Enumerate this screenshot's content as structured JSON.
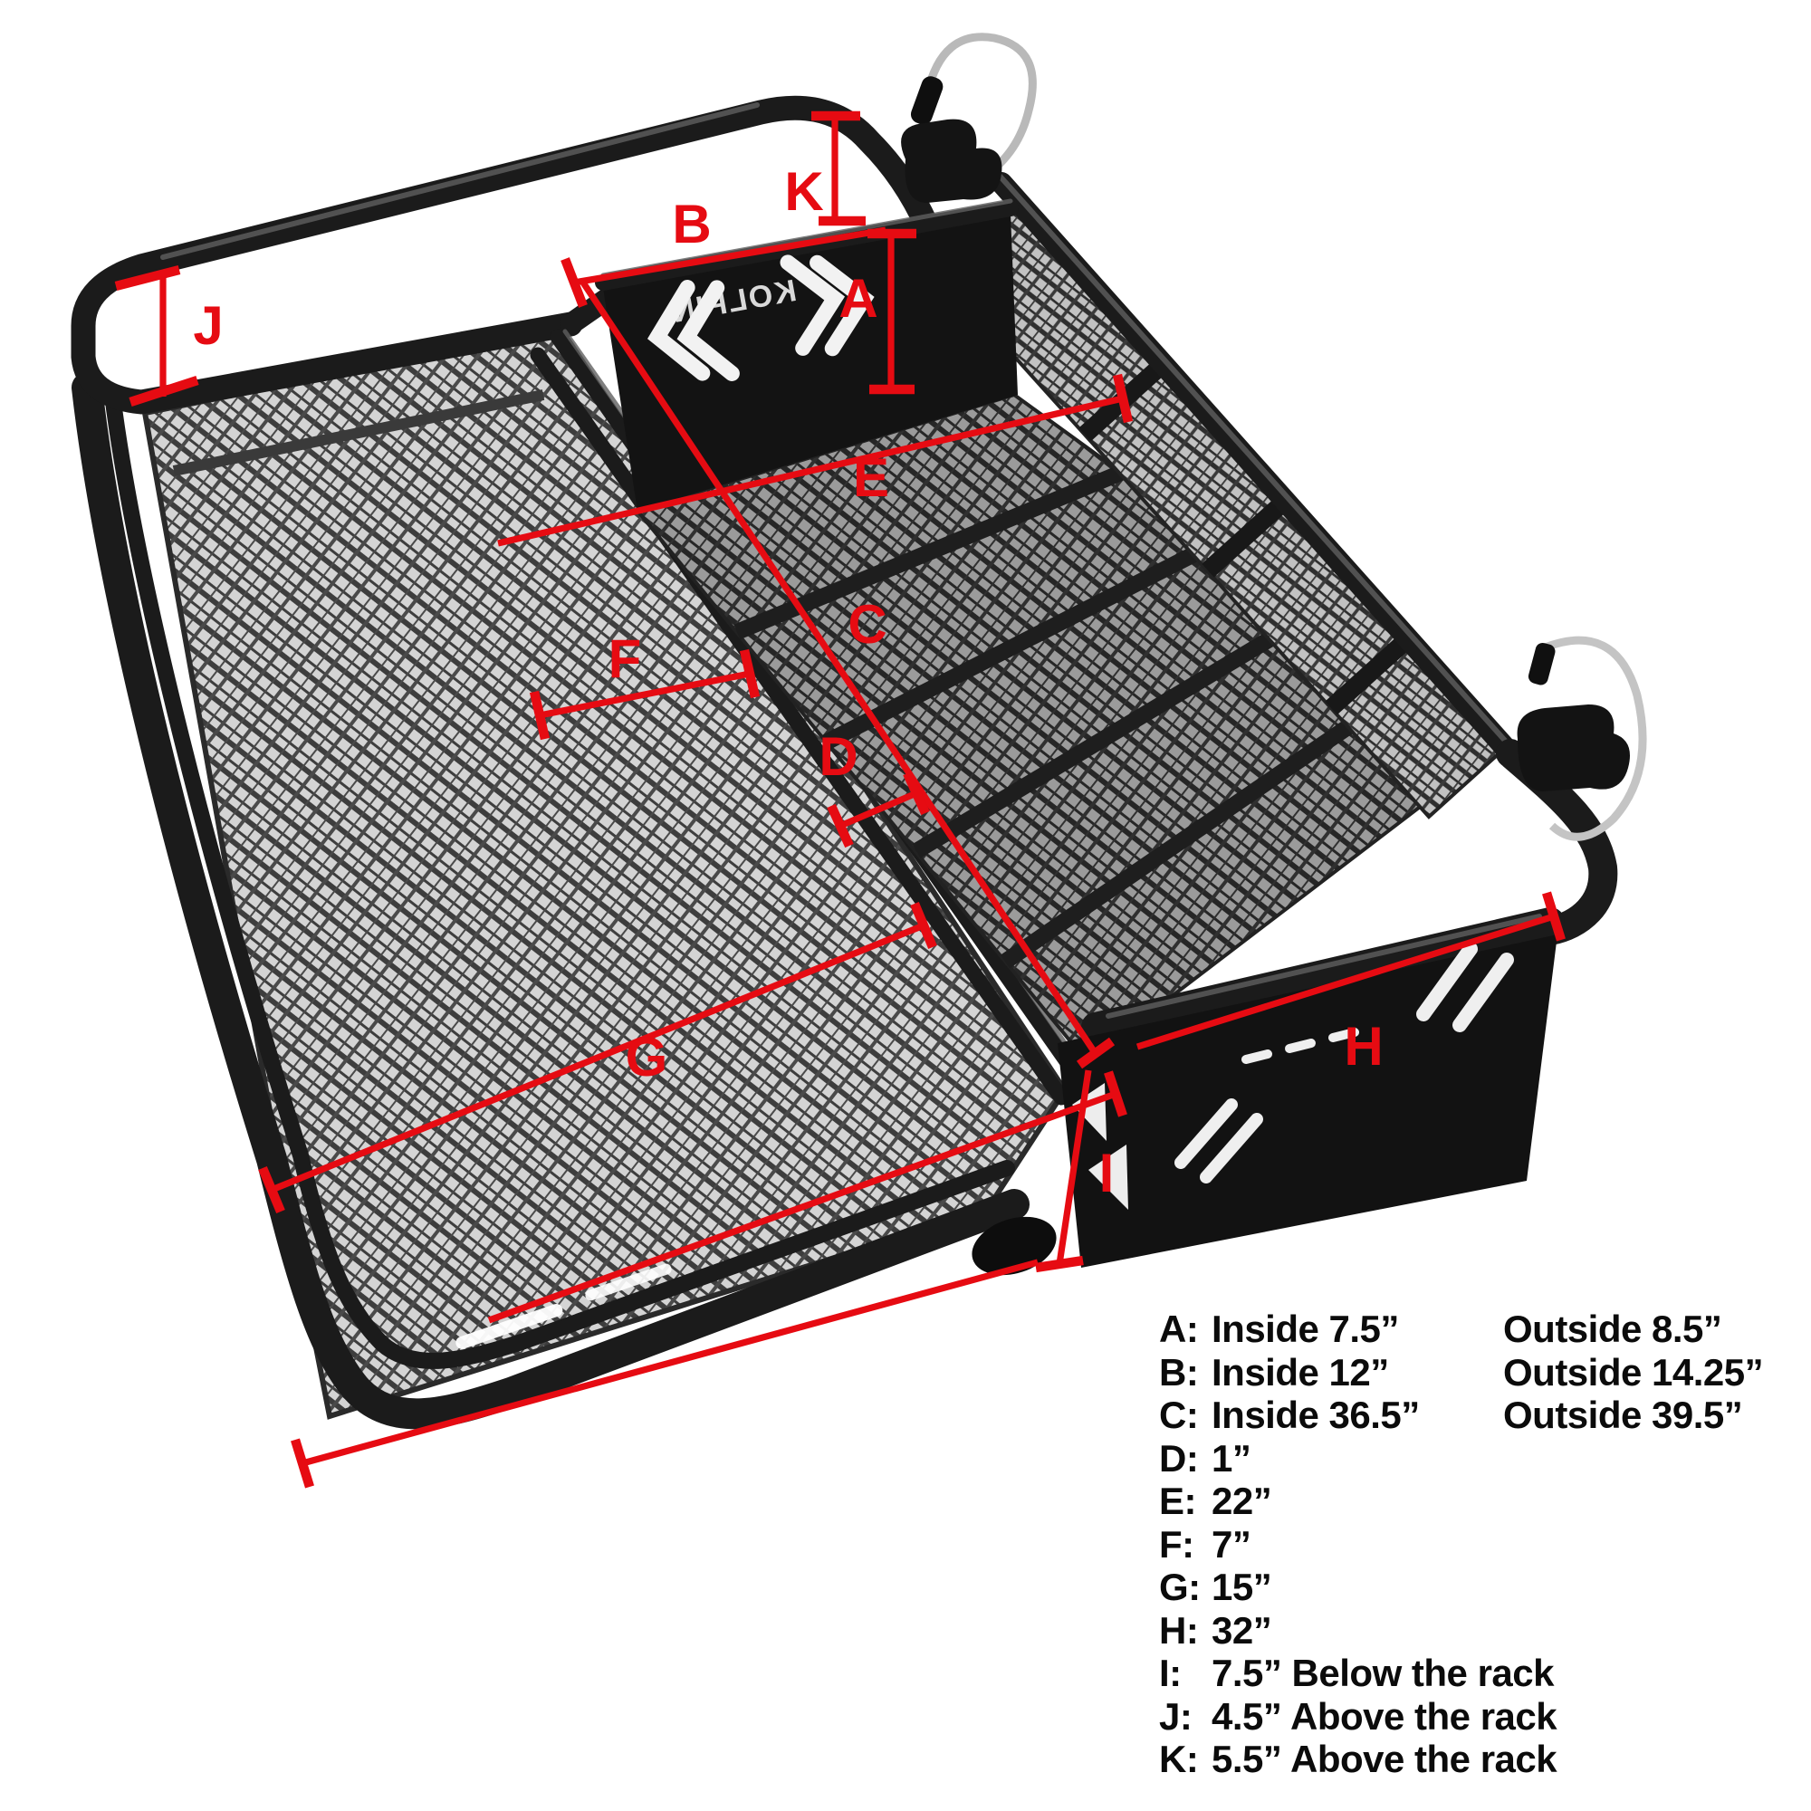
{
  "figure": {
    "background": "#ffffff",
    "accent_red": "#e60b12",
    "brand": "KOLPIN",
    "markers": [
      {
        "letter": "A"
      },
      {
        "letter": "B"
      },
      {
        "letter": "C"
      },
      {
        "letter": "D"
      },
      {
        "letter": "E"
      },
      {
        "letter": "F"
      },
      {
        "letter": "G"
      },
      {
        "letter": "H"
      },
      {
        "letter": "I"
      },
      {
        "letter": "J"
      },
      {
        "letter": "K"
      }
    ],
    "legend": {
      "rows": [
        {
          "label": "A:",
          "col1": "Inside 7.5”",
          "col2": "Outside 8.5”"
        },
        {
          "label": "B:",
          "col1": "Inside 12”",
          "col2": "Outside 14.25”"
        },
        {
          "label": "C:",
          "col1": "Inside 36.5”",
          "col2": "Outside 39.5”"
        },
        {
          "label": "D:",
          "col1": "1”",
          "col2": ""
        },
        {
          "label": "E:",
          "col1": "22”",
          "col2": ""
        },
        {
          "label": "F:",
          "col1": "7”",
          "col2": ""
        },
        {
          "label": "G:",
          "col1": "15”",
          "col2": ""
        },
        {
          "label": "H:",
          "col1": "32”",
          "col2": ""
        },
        {
          "label": "I:",
          "col1": "7.5” Below the rack",
          "col2": ""
        },
        {
          "label": "J:",
          "col1": "4.5” Above the rack",
          "col2": ""
        },
        {
          "label": "K:",
          "col1": "5.5” Above the rack",
          "col2": ""
        }
      ]
    }
  }
}
